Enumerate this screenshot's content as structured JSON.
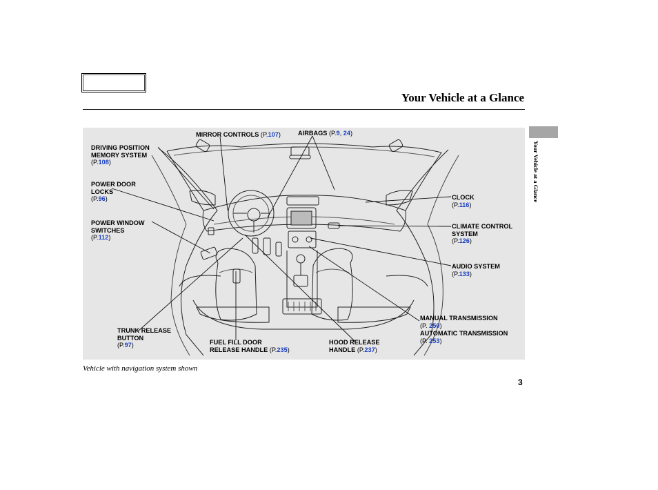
{
  "header": {
    "title": "Your Vehicle at a Glance"
  },
  "side_tab": {
    "text": "Your Vehicle at a Glance"
  },
  "labels": {
    "mirror": {
      "name": "MIRROR CONTROLS",
      "prefix": "(P.",
      "pages": [
        "107"
      ],
      "suffix": ")"
    },
    "airbags": {
      "name": "AIRBAGS",
      "prefix": "(P.",
      "pages": [
        "9",
        "24"
      ],
      "sep": ", ",
      "suffix": ")"
    },
    "driving": {
      "lines": [
        "DRIVING POSITION",
        "MEMORY SYSTEM"
      ],
      "prefix": "(P.",
      "pages": [
        "108"
      ],
      "suffix": ")"
    },
    "doorlocks": {
      "lines": [
        "POWER DOOR",
        "LOCKS"
      ],
      "prefix": "(P.",
      "pages": [
        "96"
      ],
      "suffix": ")"
    },
    "window": {
      "lines": [
        "POWER WINDOW",
        "SWITCHES"
      ],
      "prefix": "(P.",
      "pages": [
        "112"
      ],
      "suffix": ")"
    },
    "clock": {
      "lines": [
        "CLOCK"
      ],
      "prefix": "(P.",
      "pages": [
        "116"
      ],
      "suffix": ")"
    },
    "climate": {
      "lines": [
        "CLIMATE CONTROL",
        "SYSTEM"
      ],
      "prefix": "(P.",
      "pages": [
        "126"
      ],
      "suffix": ")"
    },
    "audio": {
      "lines": [
        "AUDIO SYSTEM"
      ],
      "prefix": "(P.",
      "pages": [
        "133"
      ],
      "suffix": ")"
    },
    "manual": {
      "lines": [
        "MANUAL TRANSMISSION"
      ],
      "prefix": "(P. ",
      "pages": [
        "250"
      ],
      "suffix": ")"
    },
    "automatic": {
      "lines": [
        "AUTOMATIC TRANSMISSION"
      ],
      "prefix": "(P. ",
      "pages": [
        "253"
      ],
      "suffix": ")"
    },
    "trunk": {
      "lines": [
        "TRUNK RELEASE",
        "BUTTON"
      ],
      "prefix": "(P.",
      "pages": [
        "97"
      ],
      "suffix": ")"
    },
    "fuel": {
      "lines": [
        "FUEL FILL DOOR",
        "RELEASE HANDLE"
      ],
      "prefix": "(P.",
      "pages": [
        "235"
      ],
      "suffix": ")"
    },
    "hood": {
      "lines": [
        "HOOD RELEASE",
        "HANDLE"
      ],
      "prefix": "(P.",
      "pages": [
        "237"
      ],
      "suffix": ")"
    }
  },
  "caption": "Vehicle with navigation system shown",
  "page_number": "3",
  "colors": {
    "page_link": "#1a3fc0",
    "panel": "#e6e6e6",
    "tab": "#a6a6a6"
  }
}
